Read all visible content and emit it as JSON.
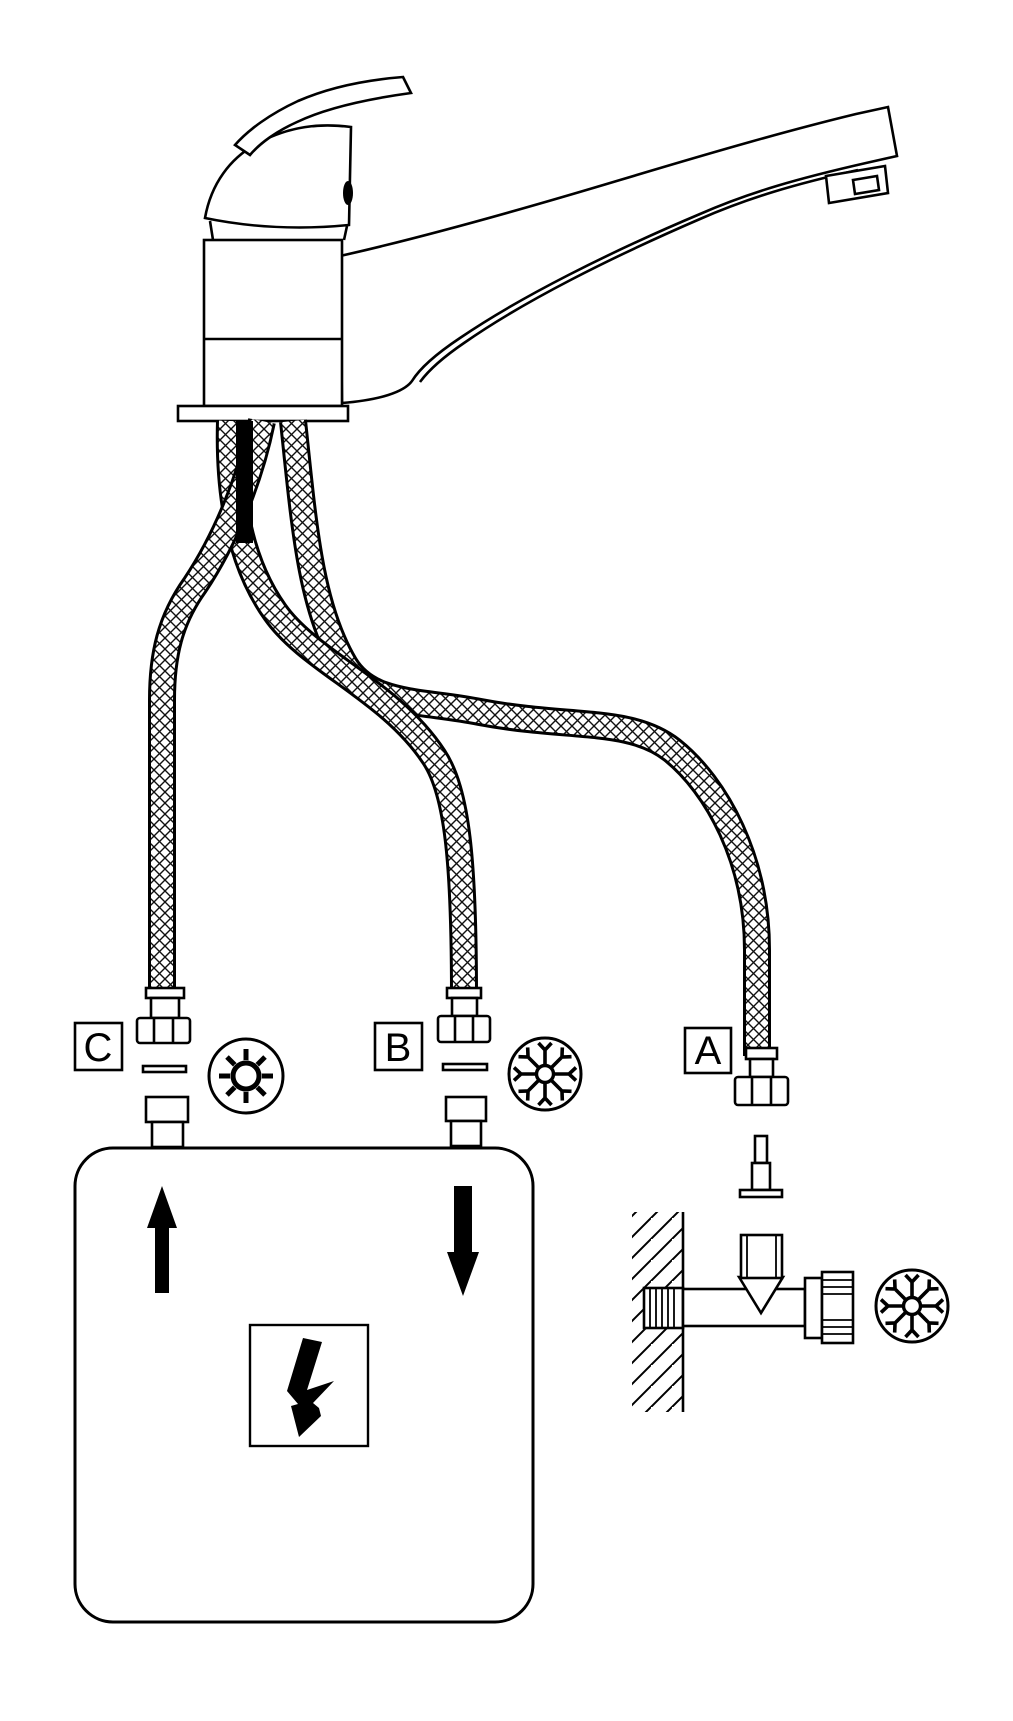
{
  "page": {
    "background_color": "#ffffff",
    "line_color": "#000000",
    "type": "faucet-installation-diagram"
  },
  "connections": {
    "c": {
      "label": "C",
      "temperature_icon": "sun-hot-icon",
      "meaning_color": "#000000"
    },
    "b": {
      "label": "B",
      "temperature_icon": "snowflake-cold-icon",
      "meaning_color": "#000000"
    },
    "a": {
      "label": "A",
      "temperature_icon": "snowflake-cold-icon",
      "meaning_color": "#000000"
    }
  },
  "symbols": {
    "heater_flow_out": "arrow-up",
    "heater_flow_in": "arrow-down",
    "heater_power": "lightning-bolt",
    "wall": "hatched-wall",
    "valve": "angle-valve"
  }
}
